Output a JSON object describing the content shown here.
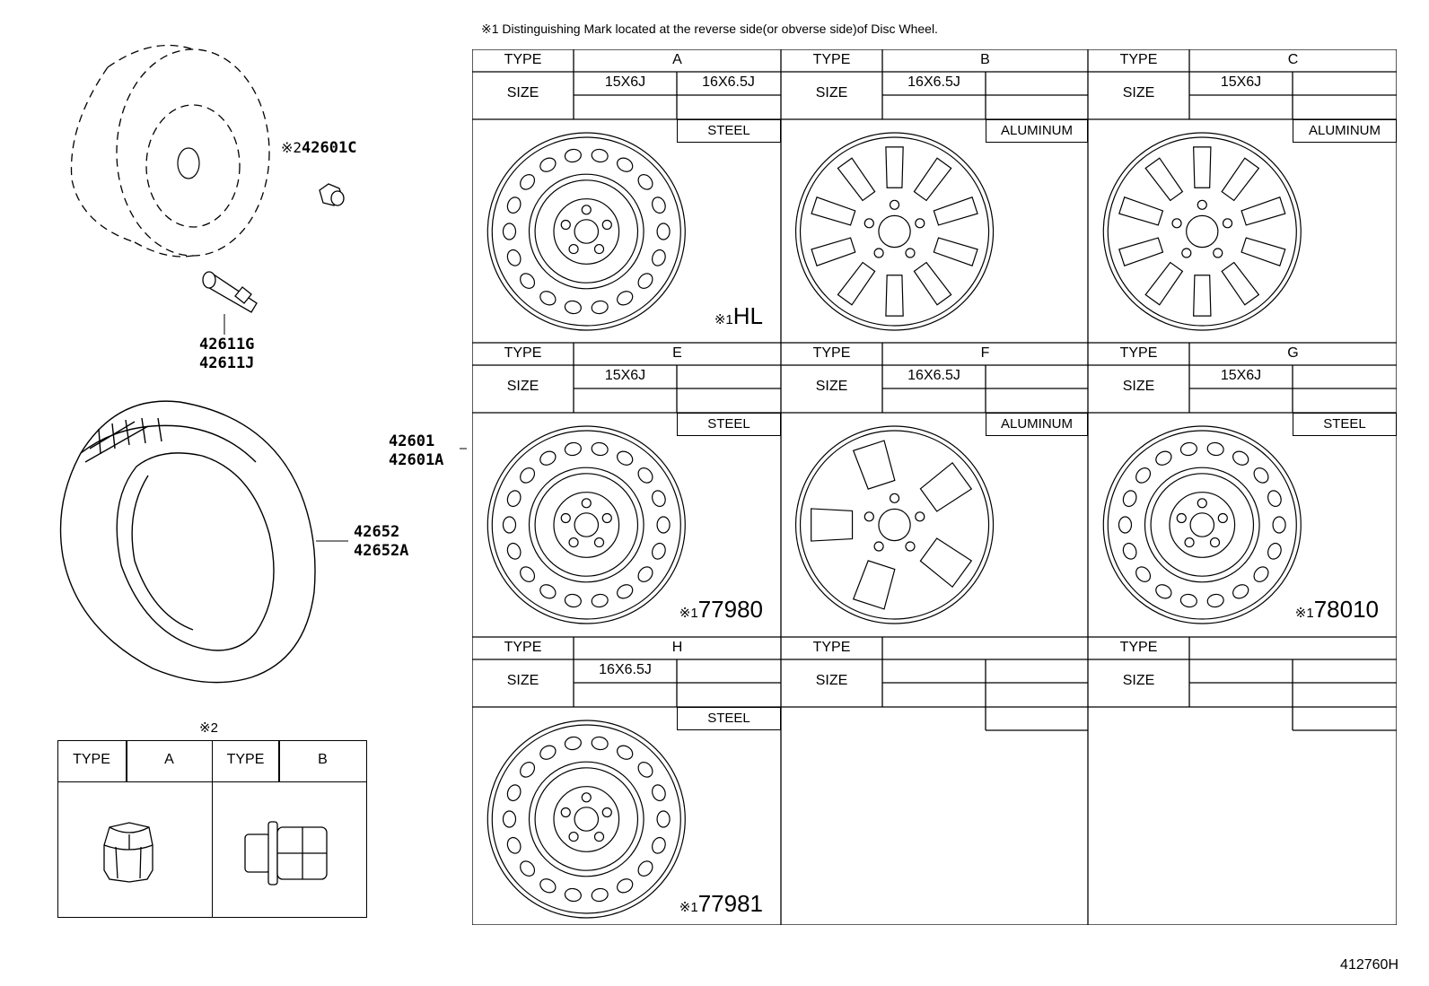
{
  "note": "※1 Distinguishing Mark located at the reverse side(or obverse side)of Disc Wheel.",
  "parts": {
    "cap_ref": "※2",
    "cap": "42601C",
    "valve_1": "42611G",
    "valve_2": "42611J",
    "wheel_1": "42601",
    "wheel_2": "42601A",
    "tire_1": "42652",
    "tire_2": "42652A"
  },
  "labels": {
    "type": "TYPE",
    "size": "SIZE"
  },
  "wheels": [
    {
      "type": "A",
      "sizes": [
        "15X6J",
        "16X6.5J"
      ],
      "material": "STEEL",
      "mark_prefix": "※1",
      "mark": "HL"
    },
    {
      "type": "B",
      "sizes": [
        "16X6.5J"
      ],
      "material": "ALUMINUM",
      "mark_prefix": "",
      "mark": ""
    },
    {
      "type": "C",
      "sizes": [
        "15X6J"
      ],
      "material": "ALUMINUM",
      "mark_prefix": "",
      "mark": ""
    },
    {
      "type": "E",
      "sizes": [
        "15X6J"
      ],
      "material": "STEEL",
      "mark_prefix": "※1",
      "mark": "77980"
    },
    {
      "type": "F",
      "sizes": [
        "16X6.5J"
      ],
      "material": "ALUMINUM",
      "mark_prefix": "",
      "mark": ""
    },
    {
      "type": "G",
      "sizes": [
        "15X6J"
      ],
      "material": "STEEL",
      "mark_prefix": "※1",
      "mark": "78010"
    },
    {
      "type": "H",
      "sizes": [
        "16X6.5J"
      ],
      "material": "STEEL",
      "mark_prefix": "※1",
      "mark": "77981"
    }
  ],
  "nuts": {
    "ref": "※2",
    "type_a": "A",
    "type_b": "B"
  },
  "diagram_code": "412760H"
}
